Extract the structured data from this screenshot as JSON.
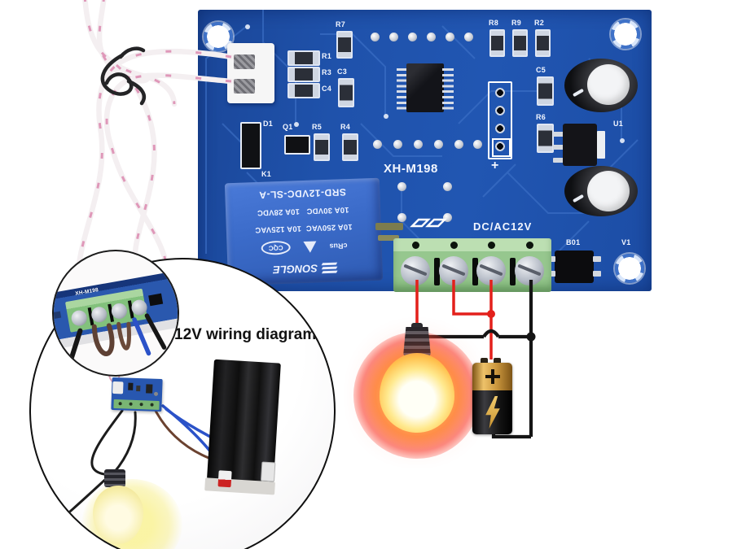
{
  "product": {
    "board_model": "XH-M198",
    "power_label": "DC/AC12V",
    "plus_label": "+",
    "silkscreen": {
      "r1": "R1",
      "r3": "R3",
      "c4": "C4",
      "r7": "R7",
      "r8": "R8",
      "r9": "R9",
      "r2": "R2",
      "c3": "C3",
      "c5": "C5",
      "r6": "R6",
      "d1": "D1",
      "q1": "Q1",
      "r5": "R5",
      "r4": "R4",
      "k1": "K1",
      "b01": "B01",
      "v1": "V1",
      "u1": "U1"
    },
    "relay": {
      "brand": "SONGLE",
      "model": "SRD-12VDC-SL-A",
      "rating_ac": "10A 250VAC  10A 125VAC",
      "rating_dc": "10A 30VDC   10A 28VDC",
      "cert": "CQC",
      "ul_mark": "cRus"
    }
  },
  "inset": {
    "title": "12V wiring diagram"
  },
  "colors": {
    "pcb_blue": "#1f52ab",
    "relay_blue": "#3b6bc9",
    "terminal_green": "#96c78e",
    "wire_red": "#e3201b",
    "wire_black": "#151515",
    "battery_gold": "#d9a43f",
    "bulb_glow": "#ffd654",
    "sensor_wire": "#f4eff1"
  }
}
